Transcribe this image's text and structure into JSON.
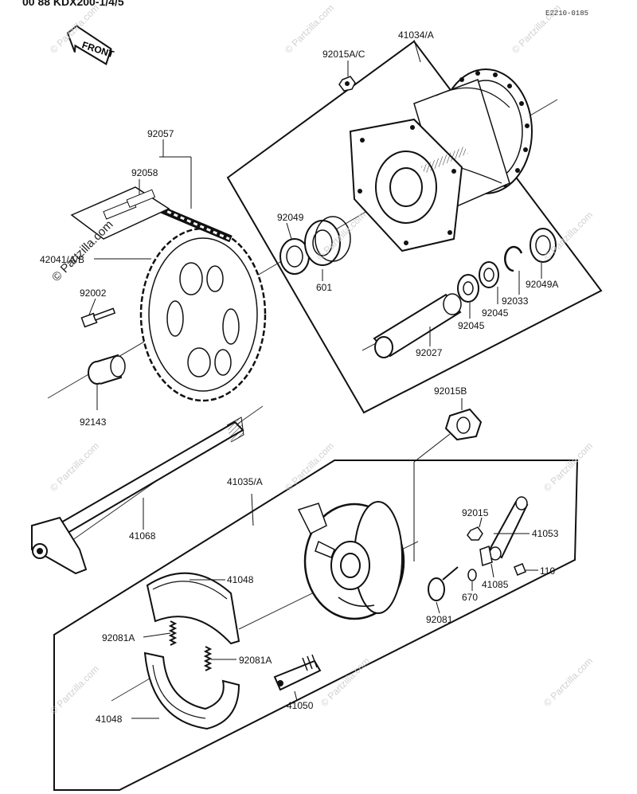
{
  "header": {
    "fragment": "00  88 KDX200-1/4/5"
  },
  "diagram": {
    "ref_code": "E2210-0185",
    "front_label": "FRONT",
    "labels": {
      "l_41034A": "41034/A",
      "l_92015AC": "92015A/C",
      "l_92057": "92057",
      "l_92058": "92058",
      "l_92049": "92049",
      "l_601": "601",
      "l_42041AB": "42041/A/B",
      "l_92002": "92002",
      "l_92049A": "92049A",
      "l_92033": "92033",
      "l_92045a": "92045",
      "l_92045b": "92045",
      "l_92027": "92027",
      "l_92143": "92143",
      "l_92015B": "92015B",
      "l_41035A": "41035/A",
      "l_92015": "92015",
      "l_41053": "41053",
      "l_41068": "41068",
      "l_41048a": "41048",
      "l_41085": "41085",
      "l_110": "110",
      "l_670": "670",
      "l_92081": "92081",
      "l_92081Aa": "92081A",
      "l_92081Ab": "92081A",
      "l_41050": "41050",
      "l_41048b": "41048"
    },
    "watermark": "© Partzilla.com",
    "watermark_large": "© Partzilla.com"
  }
}
